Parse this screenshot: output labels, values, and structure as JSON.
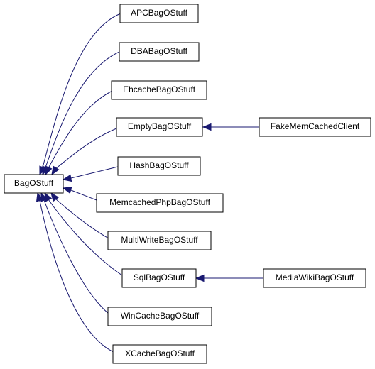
{
  "diagram": {
    "base": "BagOStuff",
    "subclasses": [
      "APCBagOStuff",
      "DBABagOStuff",
      "EhcacheBagOStuff",
      "EmptyBagOStuff",
      "HashBagOStuff",
      "MemcachedPhpBagOStuff",
      "MultiWriteBagOStuff",
      "SqlBagOStuff",
      "WinCacheBagOStuff",
      "XCacheBagOStuff"
    ],
    "derived": [
      {
        "name": "FakeMemCachedClient",
        "parent": "EmptyBagOStuff"
      },
      {
        "name": "MediaWikiBagOStuff",
        "parent": "SqlBagOStuff"
      }
    ],
    "colors": {
      "edge": "#191970",
      "border": "#000000",
      "fill": "#ffffff"
    }
  }
}
